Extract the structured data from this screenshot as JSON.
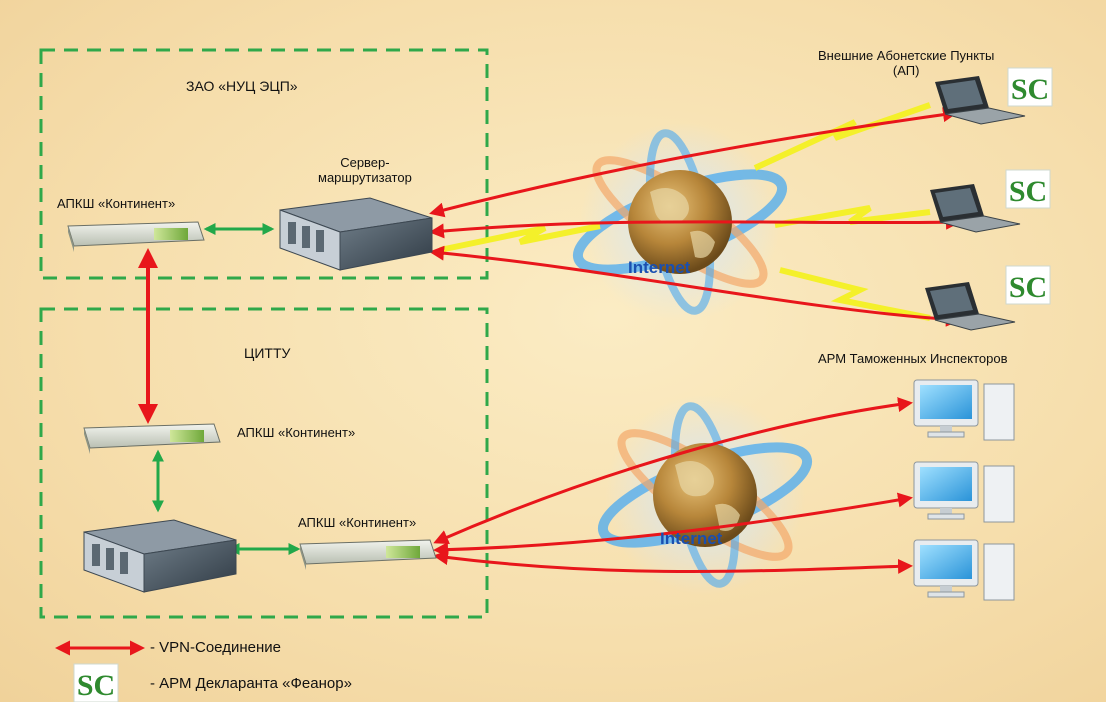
{
  "zones": {
    "top_title": "ЗАО «НУЦ ЭЦП»",
    "bottom_title": "ЦИТТУ"
  },
  "devices": {
    "apksh_top": "АПКШ «Континент»",
    "server_router": "Сервер-\nмаршрутизатор",
    "apksh_mid": "АПКШ «Континент»",
    "apksh_bottom": "АПКШ «Континент»"
  },
  "internet": {
    "top": "Internet",
    "bottom": "Internet"
  },
  "groups": {
    "external_points": "Внешние Абонетские Пункты\n(АП)",
    "customs_workstations": "АРМ Таможенных Инспекторов"
  },
  "legend": {
    "vpn": "- VPN-Соединение",
    "feanor": "- АРМ Декларанта «Феанор»"
  },
  "colors": {
    "vpn_arrow": "#e8161b",
    "local_link": "#22a84a",
    "zone_border": "#2fa84a",
    "logo": "#2f8a2f",
    "lightning": "#f4f02a"
  },
  "icons": [
    "server-icon",
    "continent-device-icon",
    "globe-icon",
    "laptop-icon",
    "desktop-computer-icon",
    "feanor-logo-icon",
    "lightning-icon"
  ]
}
